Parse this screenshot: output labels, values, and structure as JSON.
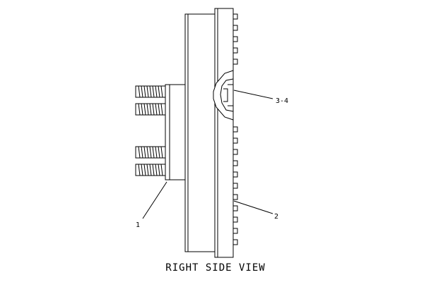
{
  "diagram": {
    "title": "RIGHT SIDE VIEW",
    "callouts": [
      {
        "id": "callout-1",
        "label": "1"
      },
      {
        "id": "callout-2",
        "label": "2"
      },
      {
        "id": "callout-3-4",
        "label": "3-4"
      }
    ]
  }
}
